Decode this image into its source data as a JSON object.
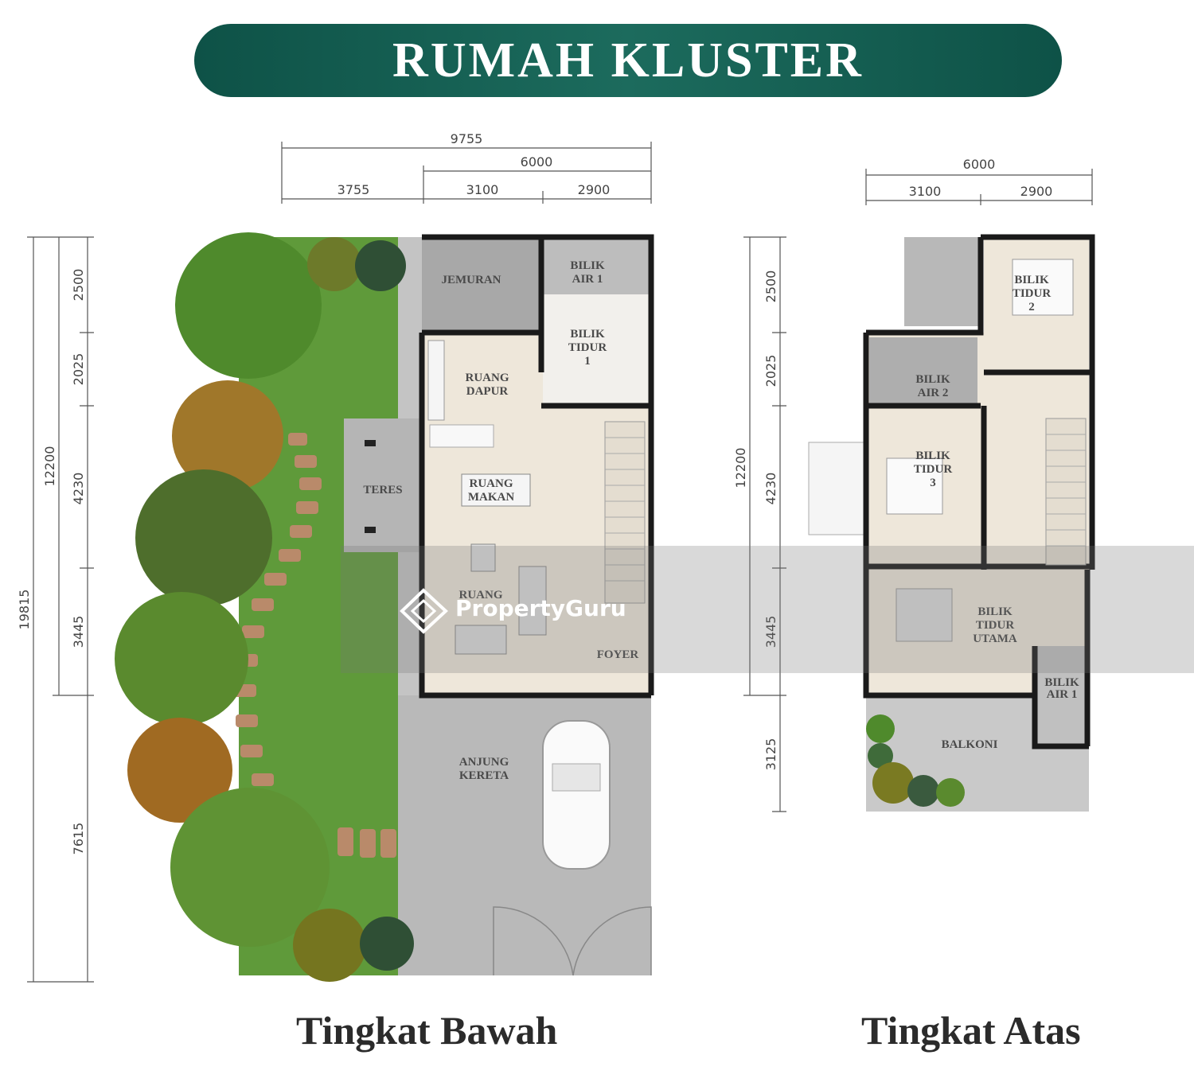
{
  "title": "RUMAH KLUSTER",
  "ground_floor": {
    "title": "Tingkat Bawah",
    "dims_top": {
      "total": "9755",
      "sub_total": "6000",
      "left": "3755",
      "mid": "3100",
      "right": "2900"
    },
    "dims_side": {
      "overall": "19815",
      "depth": "12200",
      "d1": "2500",
      "d2": "2025",
      "d3": "4230",
      "d4": "3445",
      "d5": "7615"
    },
    "rooms": {
      "jemuran": "JEMURAN",
      "bilik_air_1": [
        "BILIK",
        "AIR 1"
      ],
      "bilik_tidur_1": [
        "BILIK",
        "TIDUR",
        "1"
      ],
      "ruang_dapur": [
        "RUANG",
        "DAPUR"
      ],
      "teres": "TERES",
      "ruang_makan": [
        "RUANG",
        "MAKAN"
      ],
      "ruang_tamu": "RUANG",
      "foyer": "FOYER",
      "anjung_kereta": [
        "ANJUNG",
        "KERETA"
      ]
    }
  },
  "upper_floor": {
    "title": "Tingkat Atas",
    "dims_top": {
      "total": "6000",
      "left": "3100",
      "right": "2900"
    },
    "dims_side": {
      "depth": "12200",
      "d1": "2500",
      "d2": "2025",
      "d3": "4230",
      "d4": "3445",
      "d5": "3125"
    },
    "rooms": {
      "bilik_tidur_2": [
        "BILIK",
        "TIDUR",
        "2"
      ],
      "bilik_air_2": [
        "BILIK",
        "AIR 2"
      ],
      "bilik_tidur_3": [
        "BILIK",
        "TIDUR",
        "3"
      ],
      "bilik_tidur_utama": [
        "BILIK",
        "TIDUR",
        "UTAMA"
      ],
      "bilik_air_1": [
        "BILIK",
        "AIR 1"
      ],
      "balkoni": "BALKONI"
    }
  },
  "watermark": "PropertyGuru",
  "colors": {
    "banner": "#0e5247",
    "lawn": "#5f9a3a",
    "floor": "#eee7da",
    "driveway": "#b9b9b9",
    "wall": "#1a1a1a"
  }
}
